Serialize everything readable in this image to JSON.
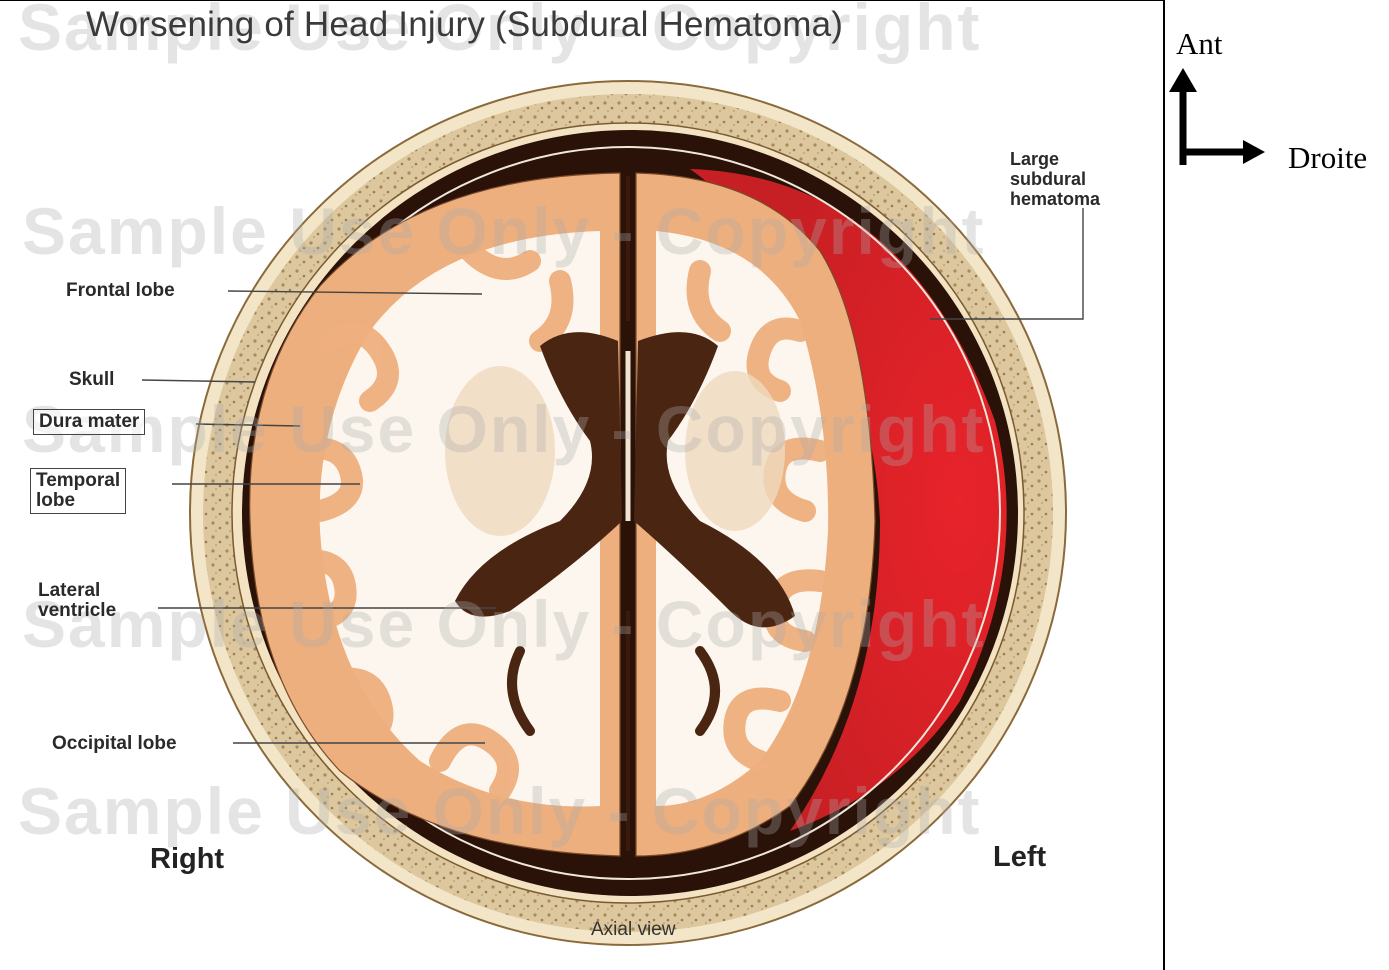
{
  "figure": {
    "title": "Worsening of Head Injury (Subdural Hematoma)",
    "watermark": "Sample Use Only - Copyright",
    "caption": "Axial view",
    "side_right": "Right",
    "side_left": "Left"
  },
  "labels": {
    "frontal_lobe": "Frontal lobe",
    "skull": "Skull",
    "dura_mater": "Dura mater",
    "temporal_lobe": "Temporal\nlobe",
    "lateral_ventricle": "Lateral\nventricle",
    "occipital_lobe": "Occipital lobe",
    "hematoma": "Large\nsubdural\nhematoma"
  },
  "orientation": {
    "anterior": "Ant",
    "right": "Droite"
  },
  "colors": {
    "skull": "#d9c49b",
    "brain_tissue": "#eeaf7e",
    "white_matter": "#fdf6ee",
    "ventricle": "#4a2512",
    "hematoma": "#d8282b",
    "dark_space": "#2a1208"
  }
}
